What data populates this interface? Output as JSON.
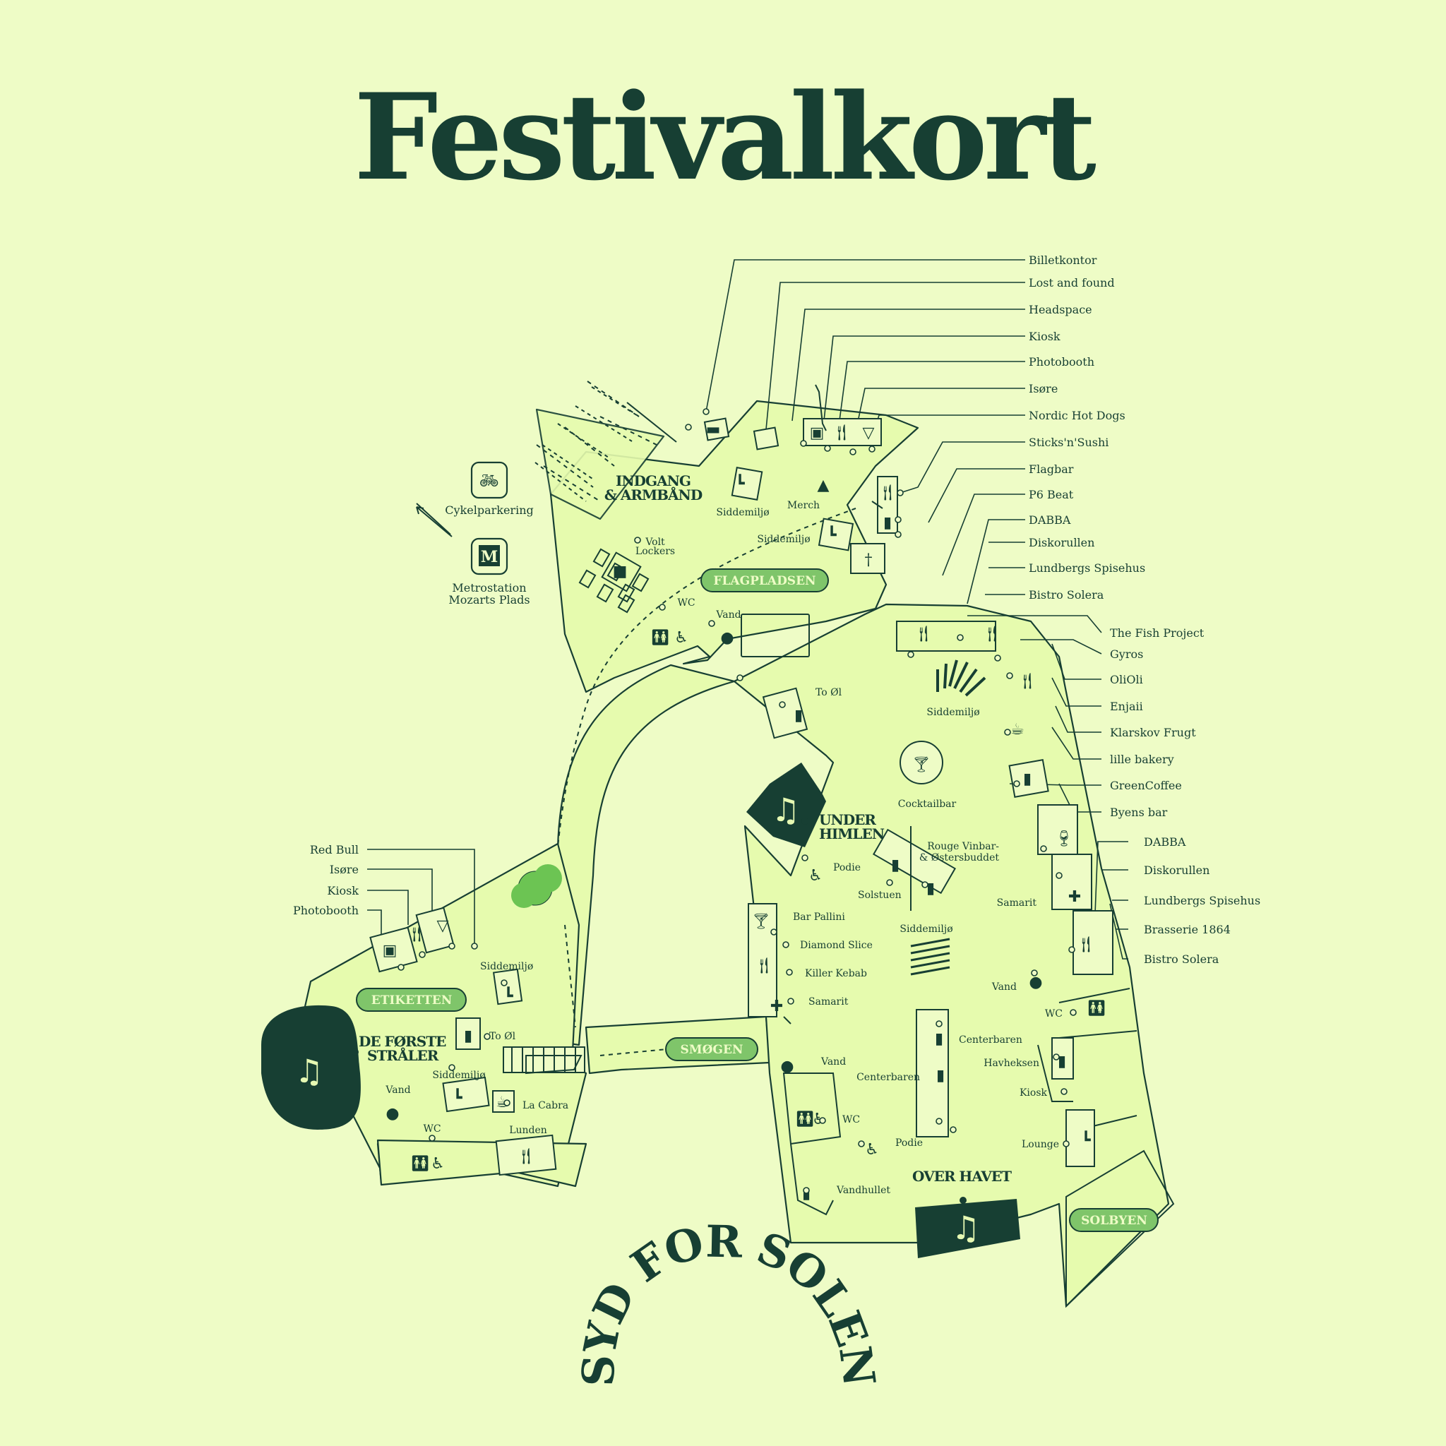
{
  "title": "Festivalkort",
  "brand": "SYD FOR SOLEN",
  "colors": {
    "background": "#eefcc6",
    "area": "#e6fbae",
    "ink": "#173f33",
    "zone_badge": "#7fc56a",
    "tree": "#6cc453"
  },
  "zones": {
    "flagpladsen": "FLAGPLADSEN",
    "etiketten": "ETIKETTEN",
    "smogen": "SMØGEN",
    "solbyen": "SOLBYEN"
  },
  "entrance": {
    "line1": "INDGANG",
    "line2": "& ARMBÅND"
  },
  "stages": {
    "under_himlen": {
      "line1": "UNDER",
      "line2": "HIMLEN"
    },
    "de_forste_straler": {
      "line1": "DE FØRSTE",
      "line2": "STRÅLER"
    },
    "over_havet": "OVER HAVET"
  },
  "outside": {
    "bike": "Cykelparkering",
    "metro_line1": "Metrostation",
    "metro_line2": "Mozarts Plads",
    "metro_icon": "M"
  },
  "legend_top": [
    "Billetkontor",
    "Lost and found",
    "Headspace",
    "Kiosk",
    "Photobooth",
    "Isøre",
    "Nordic Hot Dogs",
    "Sticks'n'Sushi",
    "Flagbar",
    "P6 Beat",
    "DABBA",
    "Diskorullen",
    "Lundbergs Spisehus",
    "Bistro Solera"
  ],
  "legend_right": [
    "The Fish Project",
    "Gyros",
    "OliOli",
    "Enjaii",
    "Klarskov Frugt",
    "lille bakery",
    "GreenCoffee",
    "Byens bar"
  ],
  "legend_right2": [
    "DABBA",
    "Diskorullen",
    "Lundbergs Spisehus",
    "Brasserie 1864",
    "Bistro Solera"
  ],
  "legend_left": [
    "Red Bull",
    "Isøre",
    "Kiosk",
    "Photobooth"
  ],
  "labels": {
    "siddemiljo": "Siddemiljø",
    "merch": "Merch",
    "volt1": "Volt",
    "volt2": "Lockers",
    "wc": "WC",
    "vand": "Vand",
    "to_ol": "To Øl",
    "cocktailbar": "Cocktailbar",
    "rouge1": "Rouge Vinbar-",
    "rouge2": "& Østersbuddet",
    "samarit": "Samarit",
    "podie": "Podie",
    "solstuen": "Solstuen",
    "bar_pallini": "Bar Pallini",
    "diamond_slice": "Diamond Slice",
    "killer_kebab": "Killer Kebab",
    "centerbaren": "Centerbaren",
    "havheksen": "Havheksen",
    "kiosk": "Kiosk",
    "lounge": "Lounge",
    "vandhullet": "Vandhullet",
    "la_cabra": "La Cabra",
    "lunden": "Lunden"
  },
  "icons": {
    "music": "music-note-icon",
    "camera": "camera-icon",
    "cutlery": "cutlery-icon",
    "icecream": "ice-cream-icon",
    "drink": "beer-glass-icon",
    "cocktail": "cocktail-icon",
    "wine": "wine-glass-icon",
    "coffee": "coffee-cup-icon",
    "firstaid": "first-aid-icon",
    "wc": "toilet-icon",
    "water": "water-drop-icon",
    "seat": "lounge-chair-icon",
    "accessible": "wheelchair-icon",
    "bike": "bicycle-icon",
    "mic": "microphone-icon",
    "tshirt": "tshirt-icon",
    "lock": "lock-icon"
  }
}
